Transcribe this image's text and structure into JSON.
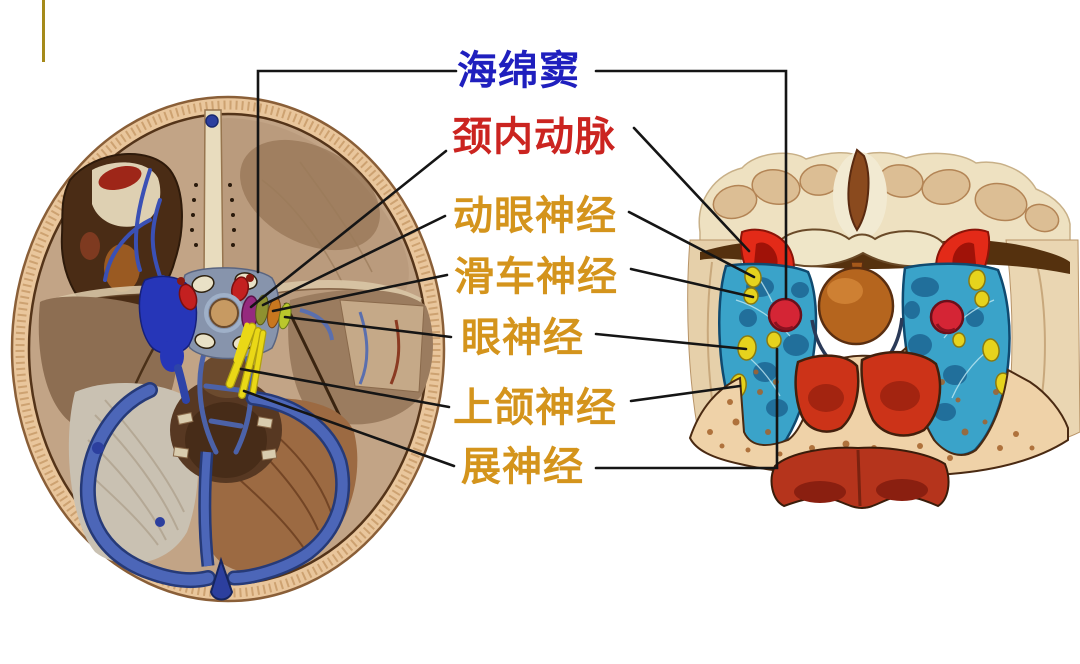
{
  "slide": {
    "background": "#ffffff",
    "accent_bar_color": "#a58a1a"
  },
  "title": {
    "id": "cavernous-sinus",
    "text": "海绵窦",
    "color": "#1f1fbe"
  },
  "labels": [
    {
      "id": "internal-carotid-artery",
      "text": "颈内动脉",
      "color": "#cb2420"
    },
    {
      "id": "oculomotor-nerve",
      "text": "动眼神经",
      "color": "#d4941c"
    },
    {
      "id": "trochlear-nerve",
      "text": "滑车神经",
      "color": "#d4941c"
    },
    {
      "id": "ophthalmic-nerve",
      "text": "眼神经",
      "color": "#d4941c"
    },
    {
      "id": "maxillary-nerve",
      "text": "上颌神经",
      "color": "#d4941c"
    },
    {
      "id": "abducens-nerve",
      "text": "展神经",
      "color": "#d4941c"
    }
  ],
  "figures": {
    "left": {
      "name": "skull-base-axial-view"
    },
    "right": {
      "name": "cavernous-sinus-coronal-section"
    }
  },
  "anatomy_colors": {
    "cavernous_sinus_teal": "#3aa3c9",
    "venous_sinus_blue": "#3c55a8",
    "nerve_yellow": "#e6d31d",
    "artery_red": "#d42535",
    "carotid_magenta": "#952a7e",
    "pituitary_brown": "#b5651e",
    "sphenoid_sinus_red": "#cc3318",
    "bone_tan": "#eccfa5",
    "leader_line": "#151515"
  }
}
